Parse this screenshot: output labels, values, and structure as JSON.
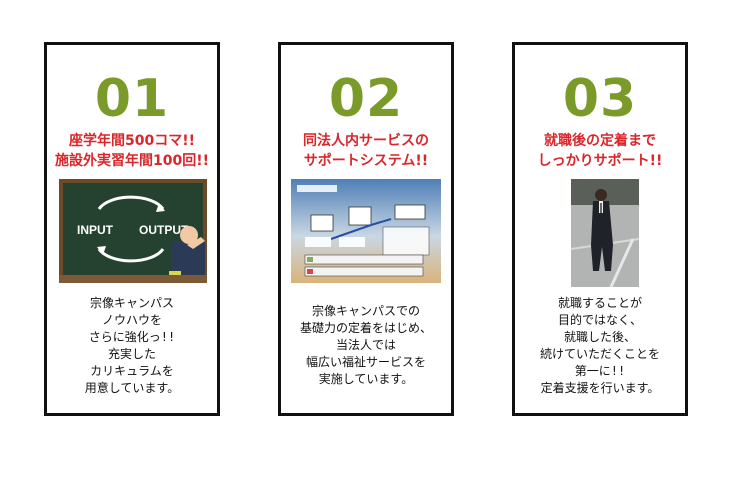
{
  "cards": [
    {
      "number": "01",
      "title": [
        "座学年間500コマ!!",
        "施設外実習年間100回!!"
      ],
      "image": {
        "input_label": "INPUT",
        "output_label": "OUTPUT"
      },
      "body": [
        "宗像キャンパス",
        "ノウハウを",
        "さらに強化っ!!",
        "充実した",
        "カリキュラムを",
        "用意しています。"
      ]
    },
    {
      "number": "02",
      "title": [
        "同法人内サービスの",
        "サポートシステム!!"
      ],
      "image": {},
      "body": [
        "宗像キャンパスでの",
        "基礎力の定着をはじめ、",
        "当法人では",
        "幅広い福祉サービスを",
        "実施しています。"
      ]
    },
    {
      "number": "03",
      "title": [
        "就職後の定着まで",
        "しっかりサポート!!"
      ],
      "image": {},
      "body": [
        "就職することが",
        "目的ではなく、",
        "就職した後、",
        "続けていただくことを",
        "第一に!!",
        "定着支援を行います。"
      ]
    }
  ],
  "colors": {
    "number": "#7a9a2a",
    "title": "#d9262b",
    "border": "#111111"
  }
}
